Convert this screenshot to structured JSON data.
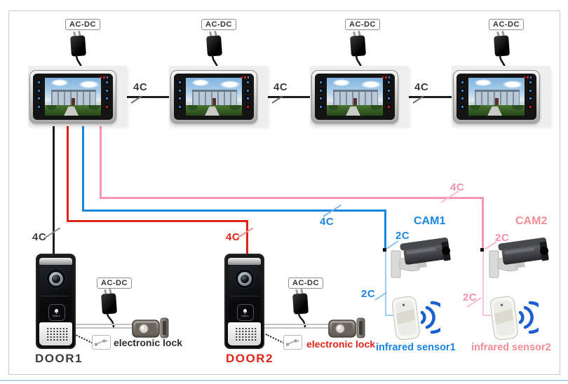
{
  "frame": {
    "background": "#ffffff",
    "border_color": "#c9c9c9",
    "footer_line_color": "#b5cfe6"
  },
  "power": {
    "adapter_label": "AC-DC"
  },
  "bus": {
    "wire_color": "#1c1c1c",
    "segment_labels": [
      "4C",
      "4C",
      "4C"
    ]
  },
  "doors": [
    {
      "name": "DOOR1",
      "riser_label": "4C",
      "lock_label": "electronic lock",
      "button_label": "CALL",
      "name_color": "#3c3c3c",
      "wire_color": "#1c1c1c"
    },
    {
      "name": "DOOR2",
      "riser_label": "4C",
      "lock_label": "electronic lock",
      "button_label": "CALL",
      "name_color": "#e02318",
      "wire_color": "#e02318"
    }
  ],
  "cameras": [
    {
      "name": "CAM1",
      "trunk_label": "4C",
      "branch_label": "2C",
      "color": "#1a85e0",
      "wire_color": "#1787e0"
    },
    {
      "name": "CAM2",
      "trunk_label": "4C",
      "branch_label": "2C",
      "color": "#f28d97",
      "wire_color": "#f594b4"
    }
  ],
  "sensors": [
    {
      "name": "infrared sensor1",
      "branch_label": "2C",
      "color": "#1a85e0",
      "wave_color": "#1b5fd0"
    },
    {
      "name": "infrared sensor2",
      "branch_label": "2C",
      "color": "#f28d97",
      "wave_color": "#1b5fd0"
    }
  ]
}
